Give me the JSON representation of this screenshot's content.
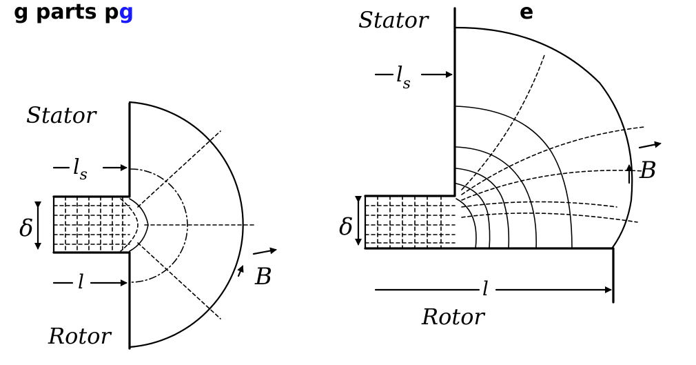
{
  "title": {
    "before": "g parts p",
    "link": "g",
    "after": "e"
  },
  "left_diagram": {
    "stator_label": "Stator",
    "rotor_label": "Rotor",
    "ls_label": "l",
    "ls_sub": "s",
    "l_label": "l",
    "delta_label": "δ",
    "b_label": "B"
  },
  "right_diagram": {
    "stator_label": "Stator",
    "rotor_label": "Rotor",
    "ls_label": "l",
    "ls_sub": "s",
    "l_label": "l",
    "delta_label": "δ",
    "b_label": "B"
  }
}
